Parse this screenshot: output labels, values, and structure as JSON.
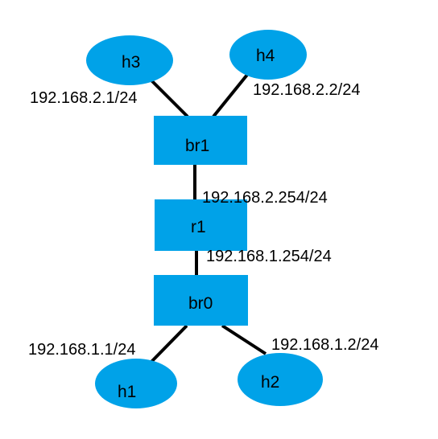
{
  "colors": {
    "node_fill": "#00a2e8",
    "link": "#000000",
    "text": "#000000"
  },
  "nodes": {
    "h3": "h3",
    "h4": "h4",
    "br1": "br1",
    "r1": "r1",
    "br0": "br0",
    "h1": "h1",
    "h2": "h2"
  },
  "addresses": {
    "h3": "192.168.2.1/24",
    "h4": "192.168.2.2/24",
    "r1_br1": "192.168.2.254/24",
    "r1_br0": "192.168.1.254/24",
    "h1": "192.168.1.1/24",
    "h2": "192.168.1.2/24"
  }
}
